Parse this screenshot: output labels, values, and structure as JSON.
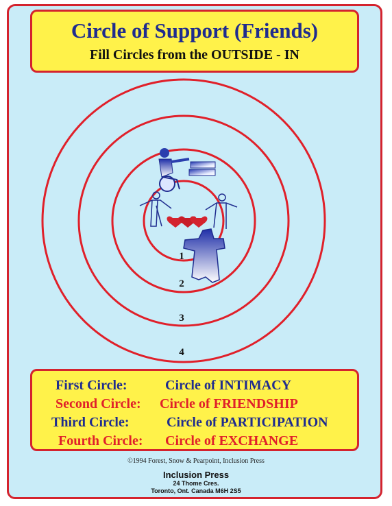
{
  "header": {
    "title": "Circle of Support  (Friends)",
    "subtitle": "Fill Circles from the OUTSIDE - IN"
  },
  "diagram": {
    "circle_numbers": [
      "1",
      "2",
      "3",
      "4"
    ],
    "ring_color": "#e0202a",
    "figure_color": "#2a3fae",
    "heart_color": "#d4232e"
  },
  "legend": [
    {
      "label": "First Circle:",
      "value": "Circle of INTIMACY",
      "color": "blue"
    },
    {
      "label": "Second Circle:",
      "value": "Circle of FRIENDSHIP",
      "color": "red"
    },
    {
      "label": "Third Circle:",
      "value": "Circle of PARTICIPATION",
      "color": "blue"
    },
    {
      "label": "Fourth Circle:",
      "value": "Circle of EXCHANGE",
      "color": "red"
    }
  ],
  "footer": {
    "copyright": "©1994  Forest, Snow & Pearpoint, Inclusion Press",
    "publisher_name": "Inclusion Press",
    "address_line1": "24 Thome Cres.",
    "address_line2": "Toronto, Ont. Canada M6H 2S5"
  }
}
